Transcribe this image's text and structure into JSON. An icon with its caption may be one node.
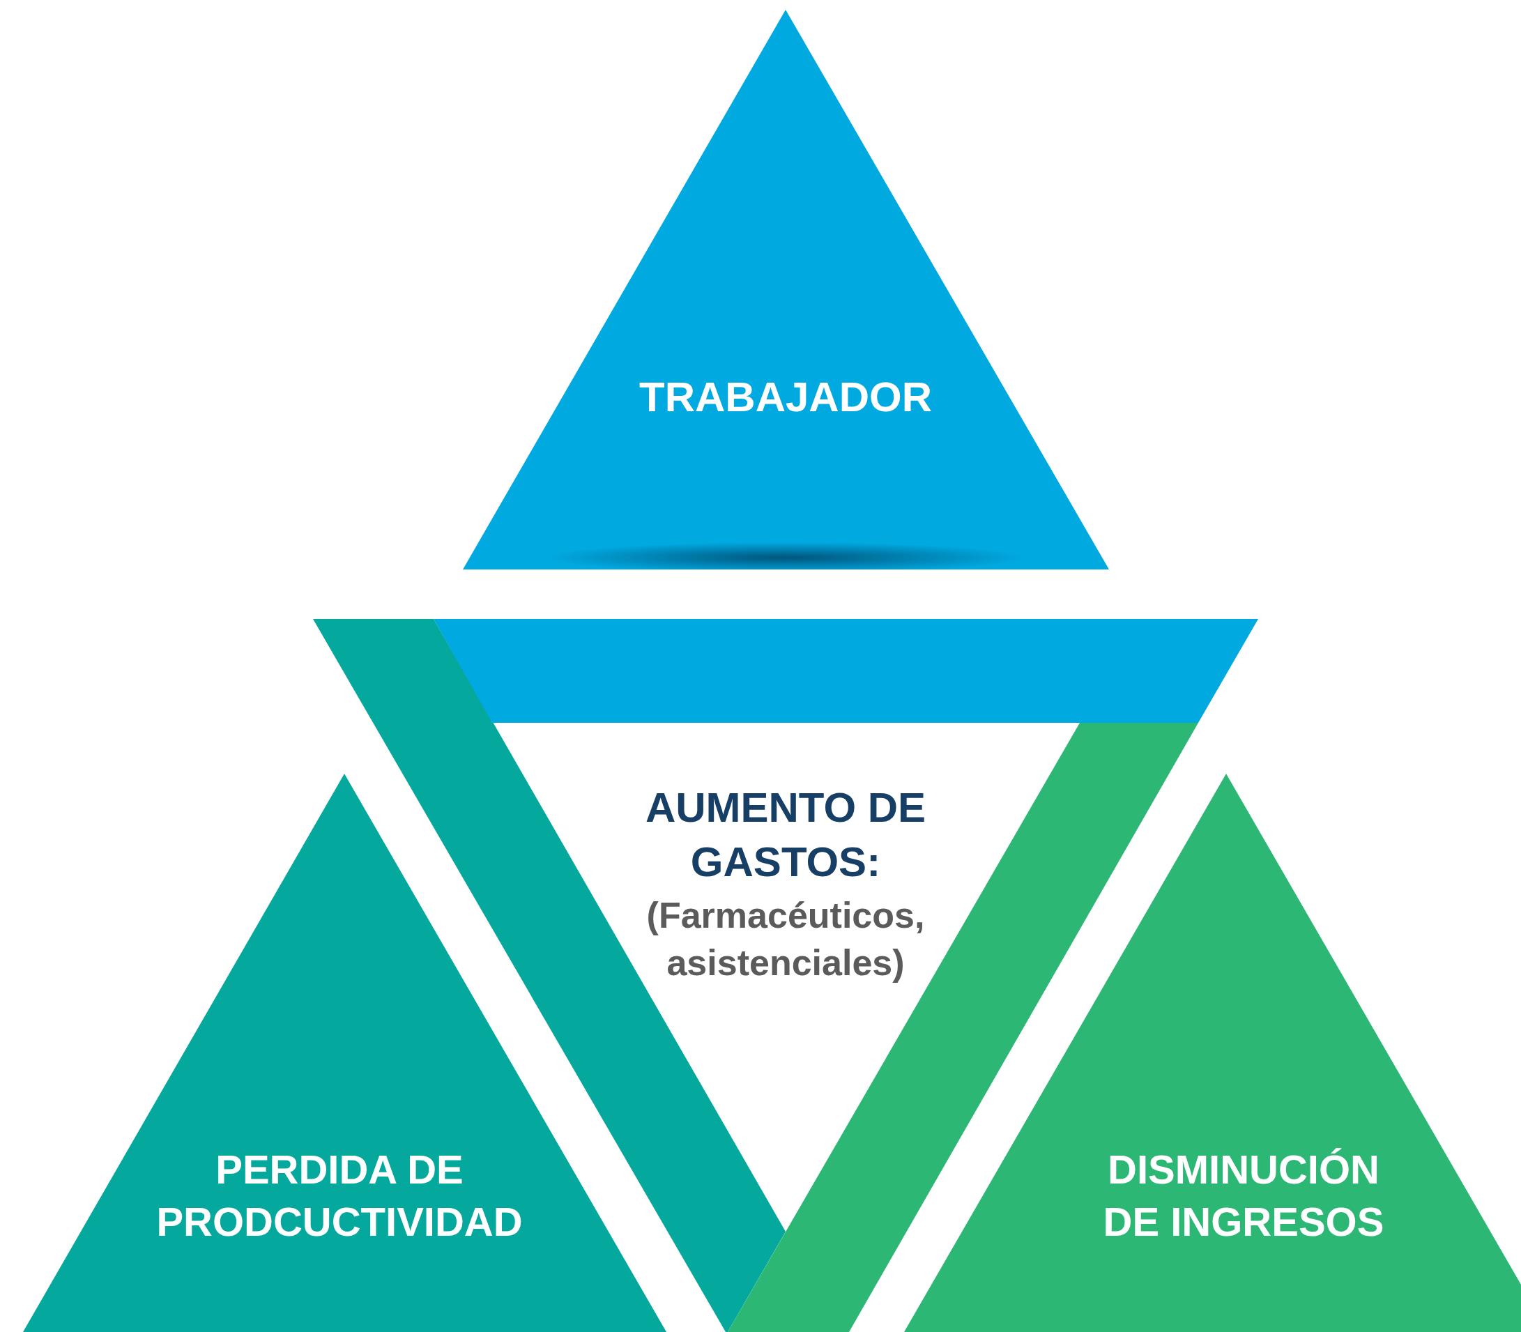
{
  "diagram": {
    "nodes": [
      {
        "text": [
          "TRABAJADOR"
        ]
      },
      {
        "text": [
          "AUMENTO DE GASTOS:",
          "(Farmacéuticos, asistenciales)"
        ]
      },
      {
        "text": [
          "PERDIDA DE PRODCUCTIVIDAD"
        ]
      },
      {
        "text": [
          "DISMINUCIÓN DE INGRESOS"
        ]
      }
    ]
  }
}
